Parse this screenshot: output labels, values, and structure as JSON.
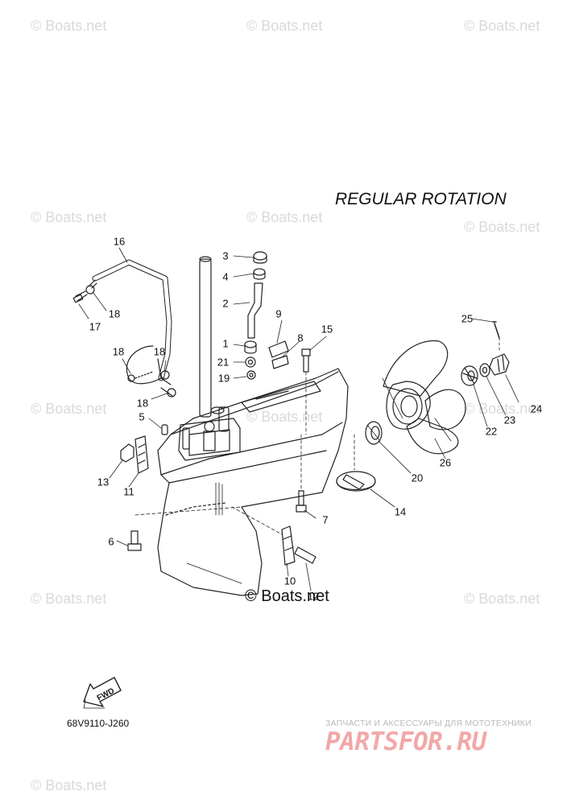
{
  "title": "REGULAR ROTATION",
  "copyright": "© Boats.net",
  "watermark": "© Boats.net",
  "part_code": "68V9110-J260",
  "fwd_label": "FWD",
  "shop": {
    "tagline": "ЗАПЧАСТИ И АКСЕССУАРЫ ДЛЯ МОТОТЕХНИКИ",
    "logo": "PARTSFOR.RU",
    "color": "#f2a8a8"
  },
  "callouts": [
    "1",
    "2",
    "3",
    "4",
    "5",
    "6",
    "7",
    "8",
    "9",
    "10",
    "11",
    "12",
    "13",
    "14",
    "16",
    "17",
    "18",
    "18",
    "18",
    "19",
    "20",
    "21",
    "22",
    "23",
    "24",
    "25",
    "26",
    "15"
  ]
}
